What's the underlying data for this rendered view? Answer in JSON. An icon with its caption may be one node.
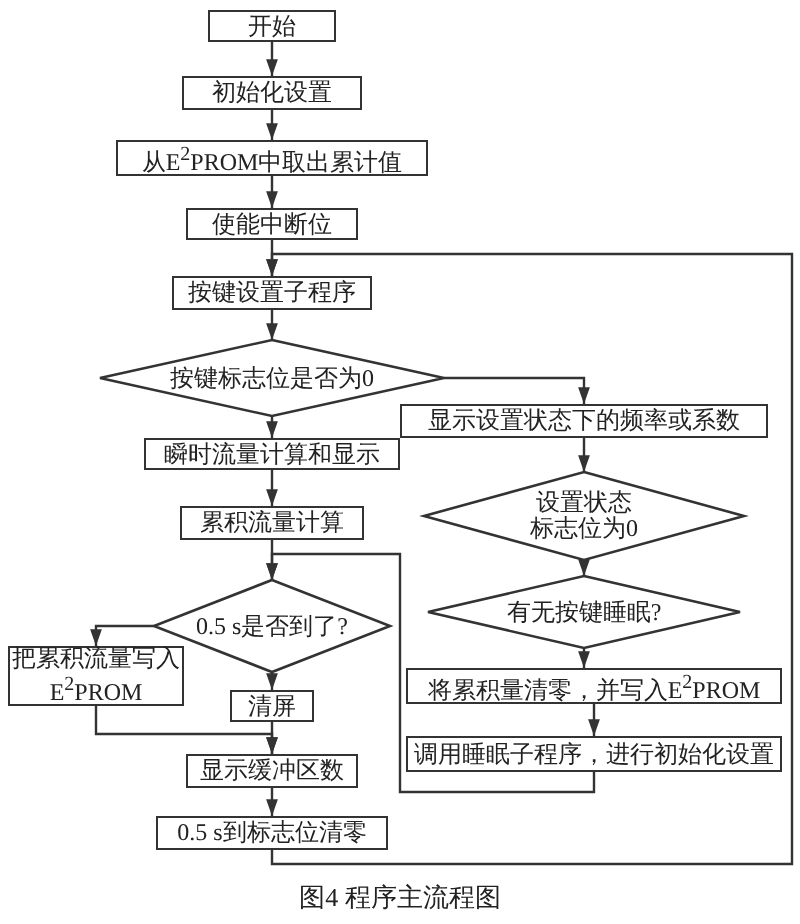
{
  "diagram": {
    "caption": "图4 程序主流程图",
    "nodes": [
      {
        "text": [
          "开始"
        ]
      },
      {
        "text": [
          "初始化设置"
        ]
      },
      {
        "text": [
          "从E$^{2}$PROM中取出累计值"
        ]
      },
      {
        "text": [
          "使能中断位"
        ]
      },
      {
        "text": [
          "按键设置子程序"
        ]
      },
      {
        "text": [
          "按键标志位是否为0"
        ]
      },
      {
        "text": [
          "瞬时流量计算和显示"
        ]
      },
      {
        "text": [
          "显示设置状态下的频率或系数"
        ]
      },
      {
        "text": [
          "设置状态标志位为0"
        ]
      },
      {
        "text": [
          "累积流量计算"
        ]
      },
      {
        "text": [
          "0.5 s是否到了?"
        ]
      },
      {
        "text": [
          "有无按键睡眠?"
        ]
      },
      {
        "text": [
          "把累积流量写入E$^{2}$PROM"
        ]
      },
      {
        "text": [
          "清屏"
        ]
      },
      {
        "text": [
          "将累积量清零，并写入E$^{2}$PROM"
        ]
      },
      {
        "text": [
          "显示缓冲区数"
        ]
      },
      {
        "text": [
          "调用睡眠子程序，进行初始化设置"
        ]
      },
      {
        "text": [
          "0.5 s到标志位清零"
        ]
      }
    ],
    "edges": [
      {
        "from": 0,
        "to": 1,
        "arrow": "to"
      },
      {
        "from": 1,
        "to": 2,
        "arrow": "to"
      },
      {
        "from": 2,
        "to": 3,
        "arrow": "to"
      },
      {
        "from": 3,
        "to": 4,
        "arrow": "to"
      },
      {
        "from": 4,
        "to": 5,
        "arrow": "to"
      },
      {
        "from": 5,
        "to": 6,
        "arrow": "to"
      },
      {
        "from": 5,
        "to": 7,
        "arrow": "to"
      },
      {
        "from": 6,
        "to": 9,
        "arrow": "to"
      },
      {
        "from": 9,
        "to": 10,
        "arrow": "to"
      },
      {
        "from": 10,
        "to": 12,
        "arrow": "to"
      },
      {
        "from": 10,
        "to": 13,
        "arrow": "to"
      },
      {
        "from": 12,
        "to": 15,
        "arrow": "to"
      },
      {
        "from": 13,
        "to": 15,
        "arrow": "to"
      },
      {
        "from": 15,
        "to": 17,
        "arrow": "to"
      },
      {
        "from": 17,
        "to": 4,
        "arrow": "to"
      },
      {
        "from": 7,
        "to": 8,
        "arrow": "to"
      },
      {
        "from": 8,
        "to": 11,
        "arrow": "to"
      },
      {
        "from": 11,
        "to": 14,
        "arrow": "to"
      },
      {
        "from": 14,
        "to": 16,
        "arrow": "to"
      },
      {
        "from": 16,
        "to": 10,
        "arrow": "to"
      }
    ]
  }
}
